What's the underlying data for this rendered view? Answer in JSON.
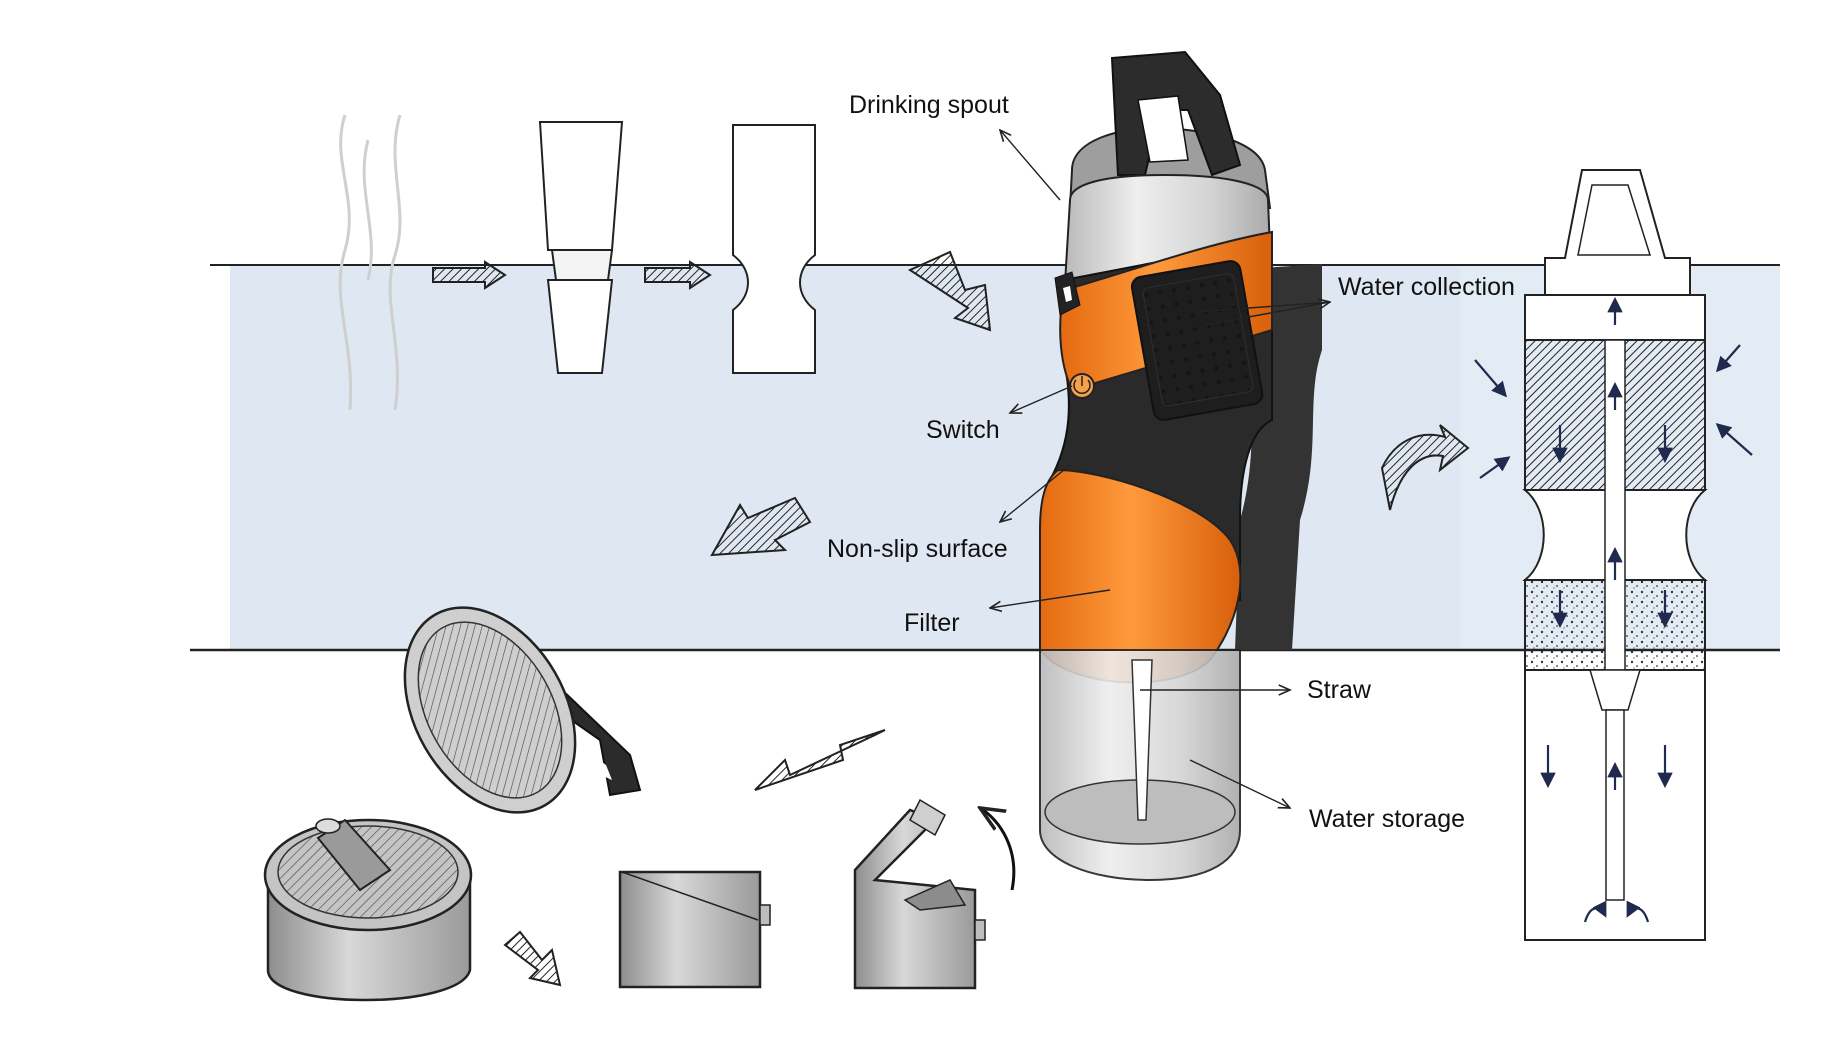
{
  "labels": {
    "drinking_spout": "Drinking spout",
    "water_collection": "Water collection",
    "switch": "Switch",
    "non_slip_surface": "Non-slip surface",
    "filter": "Filter",
    "straw": "Straw",
    "water_storage": "Water storage"
  },
  "colors": {
    "band": "#dfe8f2",
    "accent_orange": "#f07a1c",
    "dark_grip": "#2d2d2d",
    "body_grey": "#c8c8c8",
    "line": "#1a1a1a",
    "flow_arrow": "#1f2a4e"
  }
}
